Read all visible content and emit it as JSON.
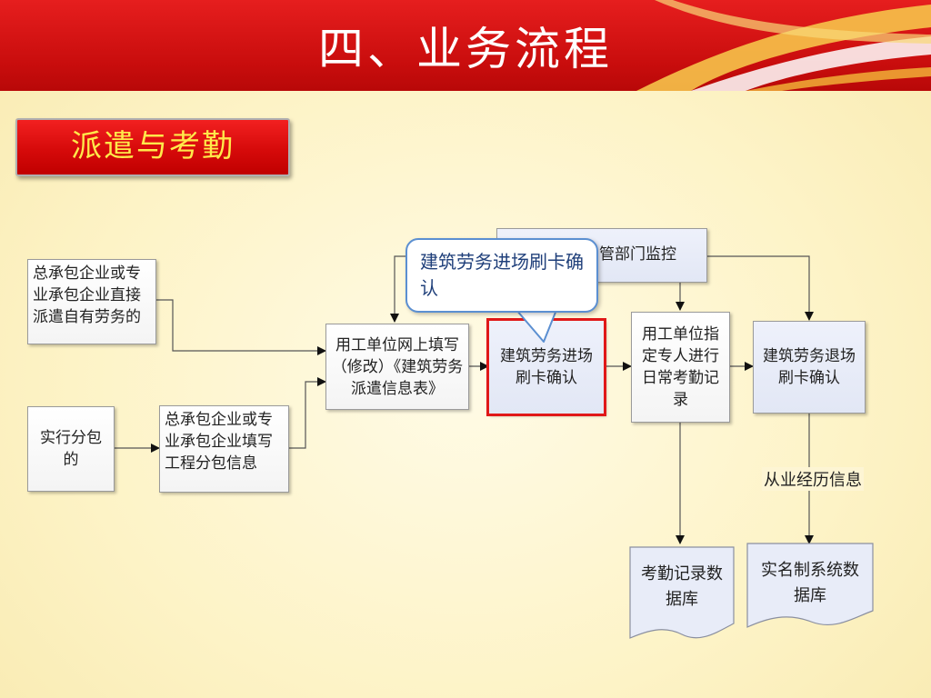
{
  "slide": {
    "title": "四、业务流程",
    "section": "派遣与考勤"
  },
  "flow": {
    "direct_dispatch": "总承包企业或专业承包企业直接派遣自有劳务的",
    "subcontract": "实行分包的",
    "fill_subcontract": "总承包企业或专业承包企业填写工程分包信息",
    "fill_online": "用工单位网上填写（修改）《建筑劳务派遣信息表》",
    "entry_swipe": "建筑劳务进场刷卡确认",
    "monitor": "管部门监控",
    "daily_attendance": "用工单位指定专人进行日常考勤记录",
    "exit_swipe": "建筑劳务退场刷卡确认",
    "work_history": "从业经历信息",
    "attendance_db": "考勤记录数据库",
    "realname_db": "实名制系统数据库"
  },
  "callout": {
    "text": "建筑劳务进场刷卡确认"
  },
  "colors": {
    "header_red": "#d41414",
    "section_text": "#ffe94a",
    "highlight_border": "#e01818",
    "callout_border": "#5b8fd1"
  }
}
